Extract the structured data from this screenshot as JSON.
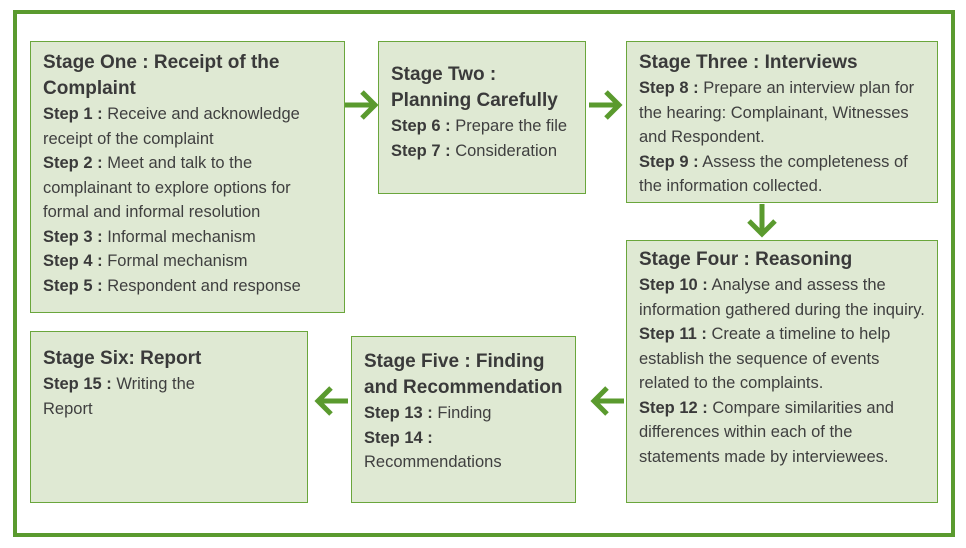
{
  "stages": [
    {
      "title": "Stage One : Receipt of the Complaint",
      "steps": [
        {
          "label": "Step 1 :",
          "text": " Receive and acknowledge receipt of the complaint"
        },
        {
          "label": "Step 2 :",
          "text": " Meet and talk to the complainant to explore options for formal and informal resolution"
        },
        {
          "label": "Step 3 :",
          "text": " Informal mechanism"
        },
        {
          "label": "Step 4 :",
          "text": " Formal mechanism"
        },
        {
          "label": "Step 5 :",
          "text": " Respondent and response"
        }
      ]
    },
    {
      "title": "Stage Two : Planning Carefully",
      "steps": [
        {
          "label": "Step 6 :",
          "text": " Prepare the file"
        },
        {
          "label": "Step 7 :",
          "text": " Consideration"
        }
      ]
    },
    {
      "title": "Stage Three : Interviews",
      "steps": [
        {
          "label": "Step 8 :",
          "text": " Prepare an interview plan for the hearing: Complainant, Witnesses and Respondent."
        },
        {
          "label": "Step 9 :",
          "text": " Assess the completeness of the information collected."
        }
      ]
    },
    {
      "title": "Stage Four : Reasoning",
      "steps": [
        {
          "label": "Step 10 :",
          "text": " Analyse and assess the information gathered during the inquiry."
        },
        {
          "label": "Step 11 :",
          "text": " Create a timeline to help establish the sequence of events related to the complaints."
        },
        {
          "label": "Step 12 :",
          "text": " Compare similarities and differences within each of the statements made by interviewees."
        }
      ]
    },
    {
      "title": "Stage Five : Finding and Recommendation",
      "steps": [
        {
          "label": "Step 13 :",
          "text": " Finding"
        },
        {
          "label": "Step 14 :",
          "text": " Recommendations"
        }
      ]
    },
    {
      "title": "Stage Six: Report",
      "steps": [
        {
          "label": "Step 15 :",
          "text": " Writing the Report"
        }
      ]
    }
  ],
  "colors": {
    "frame": "#5a9a2e",
    "box_fill": "#dfe9d3",
    "box_border": "#6aa63c",
    "arrow": "#5a9a2e"
  }
}
